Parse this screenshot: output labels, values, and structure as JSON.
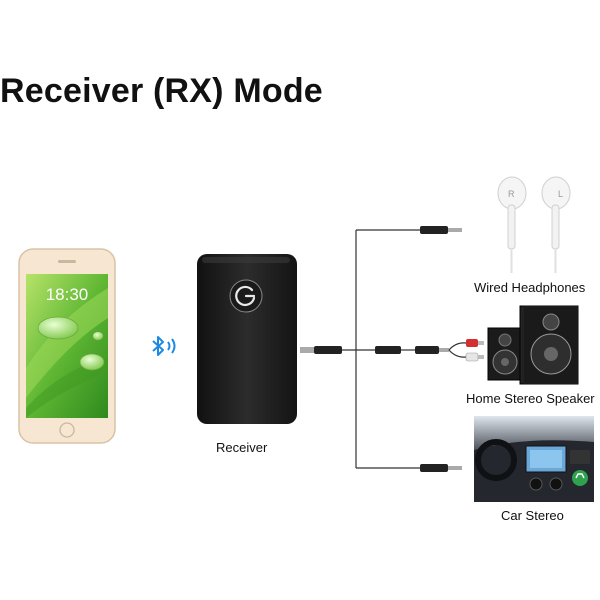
{
  "title": "Receiver (RX) Mode",
  "phone": {
    "time": "18:30"
  },
  "device_label": "Receiver",
  "outputs": [
    {
      "label": "Wired Headphones"
    },
    {
      "label": "Home Stereo Speaker"
    },
    {
      "label": "Car Stereo"
    }
  ],
  "colors": {
    "bluetooth": "#1e88e5",
    "phone_frame": "#f3dfc7",
    "receiver_body": "#222222"
  }
}
